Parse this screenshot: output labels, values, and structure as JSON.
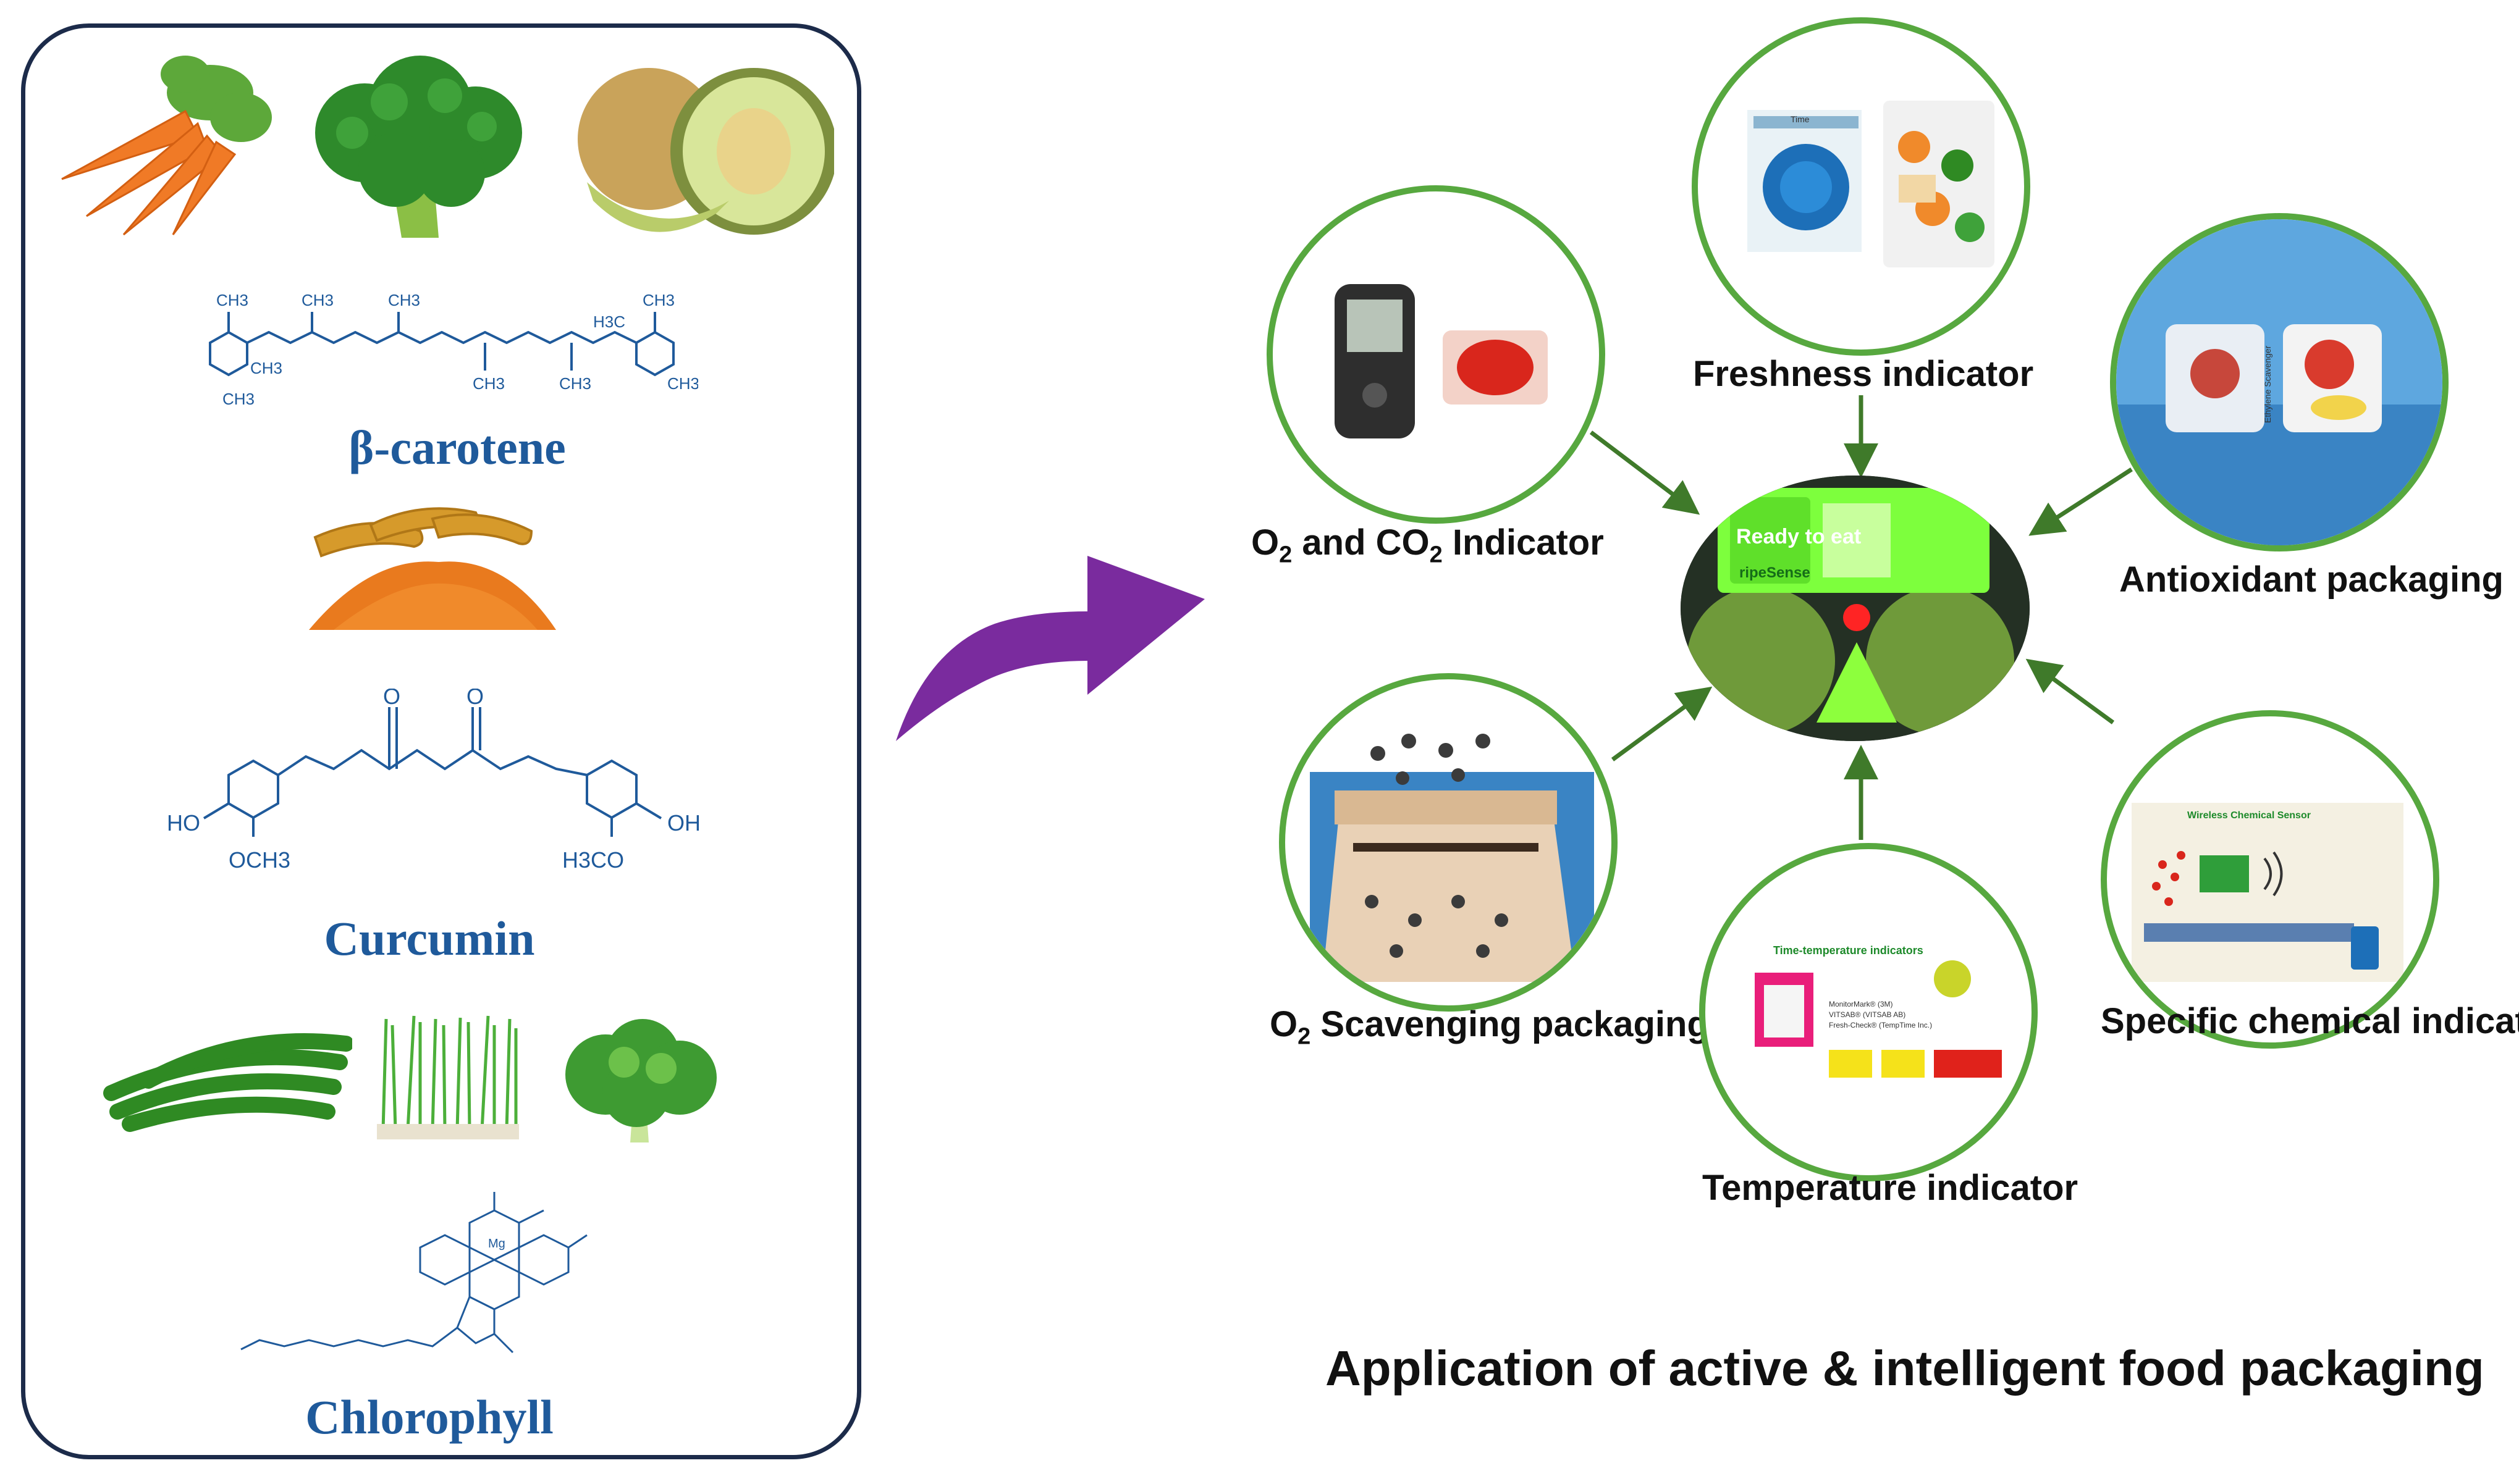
{
  "left_panel": {
    "compounds": [
      {
        "name": "β-carotene"
      },
      {
        "name": "Curcumin"
      },
      {
        "name": "Chlorophyll"
      }
    ],
    "curcumin_groups": {
      "ho": "HO",
      "och3": "OCH3",
      "h3co": "H3CO",
      "oh": "OH",
      "o": "O"
    },
    "carotene_groups": {
      "ch3": "CH3",
      "h3c": "H3C"
    }
  },
  "center": {
    "product_label": "Ready to eat",
    "product_brand": "ripeSense"
  },
  "indicators": [
    {
      "label": "Freshness  indicator"
    },
    {
      "label_parts": [
        "O",
        "2",
        " and CO",
        "2",
        " Indicator"
      ]
    },
    {
      "label": "Antioxidant packaging"
    },
    {
      "label_parts": [
        "O",
        "2",
        "  Scavenging packaging"
      ]
    },
    {
      "label": "Temperature indicator"
    },
    {
      "label": "Specific chemical indicator"
    }
  ],
  "thumbnails": {
    "ttl_title": "Time-temperature indicators",
    "ttl_lines": [
      "MonitorMark® (3M)",
      "VITSAB® (VITSAB AB)",
      "Fresh-Check® (TempTime Inc.)"
    ],
    "chem_title": "Wireless Chemical Sensor",
    "freshness_text": "Time",
    "antioxidant_text": "Ethylene Scavenger"
  },
  "title": "Application of active & intelligent food packaging",
  "colors": {
    "panel_border": "#1c2b4a",
    "compound_text": "#1f5a9b",
    "circle_border": "#57a83f",
    "arrow_purple": "#7a2b9e",
    "connector_arrow": "#3f7a2a"
  }
}
